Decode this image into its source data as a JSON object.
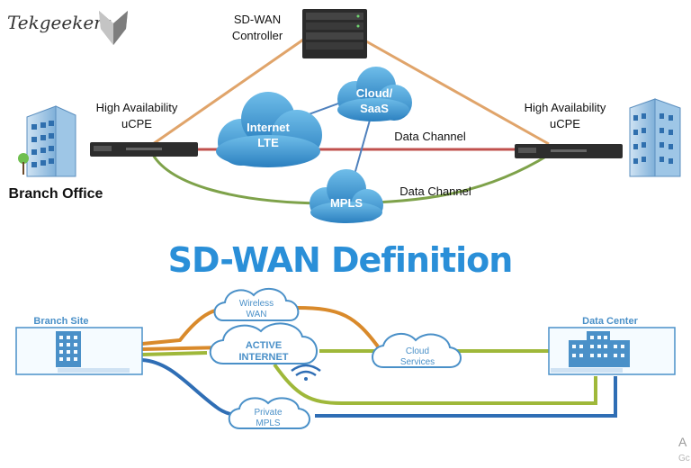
{
  "brand": {
    "logo_text": "Tekgeekers"
  },
  "top_diagram": {
    "controller_label_line1": "SD-WAN",
    "controller_label_line2": "Controller",
    "left_ha_line1": "High Availability",
    "left_ha_line2": "uCPE",
    "right_ha_line1": "High Availability",
    "right_ha_line2": "uCPE",
    "branch_office_label": "Branch Office",
    "cloud_internet_line1": "Internet",
    "cloud_internet_line2": "LTE",
    "cloud_saas_line1": "Cloud/",
    "cloud_saas_line2": "SaaS",
    "cloud_mpls": "MPLS",
    "data_channel_upper": "Data Channel",
    "data_channel_lower": "Data Channel",
    "colors": {
      "controller_link": "#e0a46a",
      "internet_link": "#c0504d",
      "mpls_link": "#7ea24a",
      "saas_link": "#4f81bd",
      "cloud_fill": "#3d9ad1"
    }
  },
  "title": "SD-WAN Definition",
  "title_color": "#2a8fd8",
  "bottom_diagram": {
    "branch_site_label": "Branch Site",
    "data_center_label": "Data Center",
    "cloud_wireless_line1": "Wireless",
    "cloud_wireless_line2": "WAN",
    "cloud_active_line1": "ACTIVE",
    "cloud_active_line2": "INTERNET",
    "cloud_services_line1": "Cloud",
    "cloud_services_line2": "Services",
    "cloud_private_line1": "Private",
    "cloud_private_line2": "MPLS",
    "colors": {
      "orange_link": "#d98a2b",
      "green_link": "#9fb83a",
      "blue_link": "#2f6eb5",
      "box_border": "#4a90c8",
      "label_color": "#4a90c8"
    }
  },
  "watermark": {
    "line1": "A",
    "line2": "Gc"
  }
}
